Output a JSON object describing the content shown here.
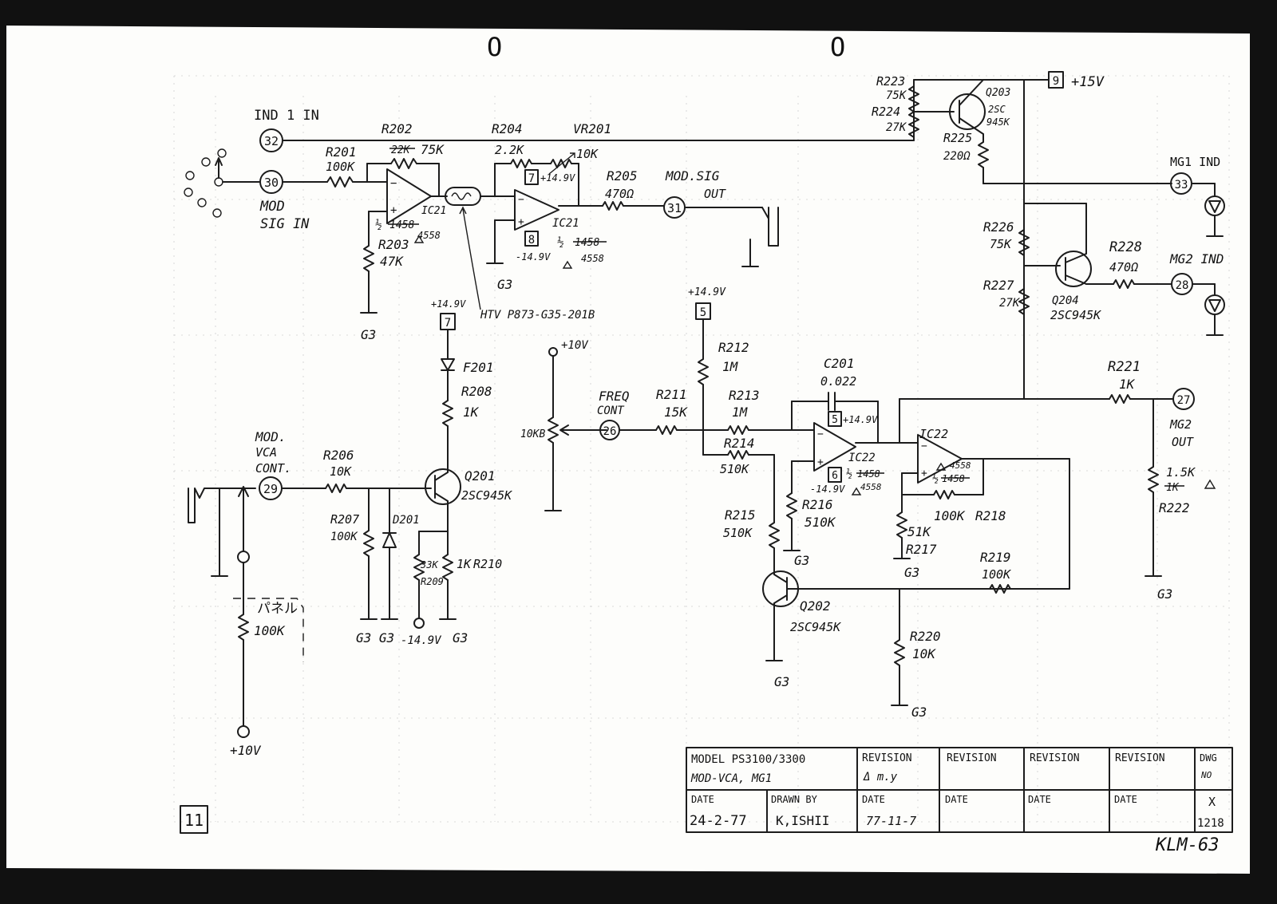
{
  "terminals": {
    "t32": "32",
    "t30": "30",
    "t31": "31",
    "t29": "29",
    "t26": "26",
    "t33": "33",
    "t28": "28",
    "t27": "27"
  },
  "supply_boxes": {
    "b9": "9",
    "b7a": "7",
    "b7b": "7",
    "b5a": "5",
    "b8": "8",
    "b5b": "5",
    "b6": "6"
  },
  "labels": {
    "ind1_in": "IND 1 IN",
    "mod_sig_in_1": "MOD",
    "mod_sig_in_2": "SIG IN",
    "r202": "R202",
    "r202_old": "22K",
    "r202_val": "75K",
    "r201": "R201",
    "r201_val": "100K",
    "r204": "R204",
    "r204_val": "2.2K",
    "vr201": "VR201",
    "vr201_val": "10K",
    "plus149_a": "+14.9V",
    "r205": "R205",
    "r205_val": "470Ω",
    "mod_sig_out_1": "MOD.SIG",
    "mod_sig_out_2": "OUT",
    "ic21_a": "IC21",
    "ic21_a_half": "½",
    "ic21_a_old": "1458",
    "ic21_a_new": "4558",
    "ic21_b": "IC21",
    "ic21_b_half": "½",
    "ic21_b_old": "1458",
    "ic21_b_new": "4558",
    "minus149_a": "-14.9V",
    "g3_a": "G3",
    "r203": "R203",
    "r203_val": "47K",
    "g3_b": "G3",
    "htv": "HTV P873-G35-201B",
    "plus149_b": "+14.9V",
    "f201": "F201",
    "r208": "R208",
    "r208_val": "1K",
    "plus10v_a": "+10V",
    "vr_10kb": "10KB",
    "freq_1": "FREQ",
    "freq_2": "CONT",
    "r211": "R211",
    "r211_val": "15K",
    "plus149_c": "+14.9V",
    "r212": "R212",
    "r212_val": "1M",
    "r213": "R213",
    "r213_val": "1M",
    "r214": "R214",
    "r214_val": "510K",
    "c201": "C201",
    "c201_val": "0.022",
    "plus149_d": "+14.9V",
    "ic22_a": "IC22",
    "ic22_a_half": "½",
    "ic22_a_old": "1458",
    "ic22_a_new": "4558",
    "minus149_b": "-14.9V",
    "ic22_b": "IC22",
    "ic22_b_half": "½",
    "ic22_b_old": "1458",
    "ic22_b_new": "4558",
    "r216": "R216",
    "r216_val": "510K",
    "r218": "R218",
    "r218_val": "100K",
    "r217": "R217",
    "r217_val": "51K",
    "g3_c": "G3",
    "g3_d": "G3",
    "r215": "R215",
    "r215_val": "510K",
    "r219": "R219",
    "r219_val": "100K",
    "q202": "Q202",
    "q202_type": "2SC945K",
    "r220": "R220",
    "r220_val": "10K",
    "g3_e": "G3",
    "g3_f": "G3",
    "mod_vca_1": "MOD.",
    "mod_vca_2": "VCA",
    "mod_vca_3": "CONT.",
    "r206": "R206",
    "r206_val": "10K",
    "q201": "Q201",
    "q201_type": "2SC945K",
    "r207": "R207",
    "r207_val": "100K",
    "d201": "D201",
    "r209": "R209",
    "r209_val": "33K",
    "r210": "R210",
    "r210_val": "1K",
    "g3_row": "G3 G3",
    "minus149_c": "-14.9V",
    "g3_g": "G3",
    "panel_jp": "パネル",
    "panel_res": "100K",
    "plus10v_b": "+10V",
    "r223": "R223",
    "r223_val": "75K",
    "r224": "R224",
    "r224_val": "27K",
    "q203": "Q203",
    "q203_t1": "2SC",
    "q203_t2": "945K",
    "plus15v": "+15V",
    "r225": "R225",
    "r225_val": "220Ω",
    "mg1_ind": "MG1 IND",
    "r226": "R226",
    "r226_val": "75K",
    "r228": "R228",
    "r228_val": "470Ω",
    "mg2_ind": "MG2 IND",
    "r227": "R227",
    "r227_val": "27K",
    "q204": "Q204",
    "q204_type": "2SC945K",
    "r221": "R221",
    "r221_val": "1K",
    "mg2_out_1": "MG2",
    "mg2_out_2": "OUT",
    "r222_val": "1.5K",
    "r222_old": "1K",
    "r222": "R222",
    "g3_h": "G3",
    "page_no": "11",
    "klm": "KLM-63",
    "top_marks": "O"
  },
  "title_block": {
    "model_1": "MODEL PS3100/3300",
    "model_2": "MOD-VCA, MG1",
    "revision_1": "REVISION",
    "revision_1_val": "Δ m.y",
    "revision_2": "REVISION",
    "revision_3": "REVISION",
    "revision_4": "REVISION",
    "dwg": "DWG",
    "no": "NO",
    "date_label": "DATE",
    "date_val": "24-2-77",
    "drawn_label": "DRAWN BY",
    "drawn_val": "K,ISHII",
    "date2_label": "DATE",
    "date2_val": "77-11-7",
    "date3_label": "DATE",
    "date4_label": "DATE",
    "date5_label": "DATE",
    "dwg_x": "X",
    "dwg_num": "1218"
  }
}
